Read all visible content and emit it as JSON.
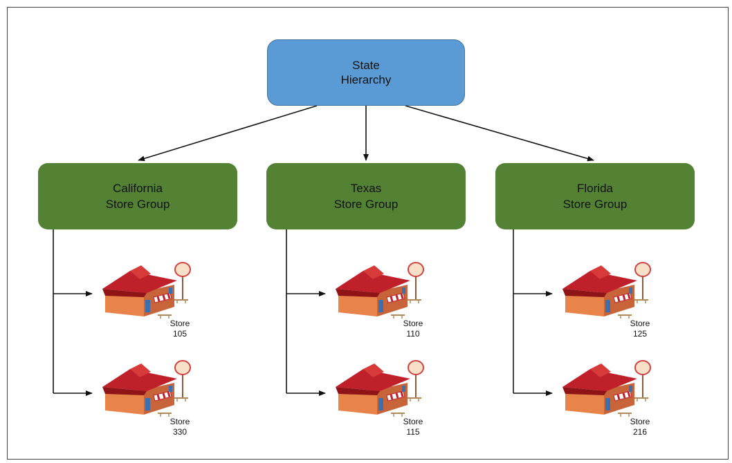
{
  "root": {
    "line1": "State",
    "line2": "Hierarchy"
  },
  "groups": [
    {
      "line1": "California",
      "line2": "Store Group",
      "stores": [
        {
          "label": "Store",
          "number": "105"
        },
        {
          "label": "Store",
          "number": "330"
        }
      ]
    },
    {
      "line1": "Texas",
      "line2": "Store Group",
      "stores": [
        {
          "label": "Store",
          "number": "110"
        },
        {
          "label": "Store",
          "number": "115"
        }
      ]
    },
    {
      "line1": "Florida",
      "line2": "Store Group",
      "stores": [
        {
          "label": "Store",
          "number": "125"
        },
        {
          "label": "Store",
          "number": "216"
        }
      ]
    }
  ],
  "colors": {
    "root_fill": "#5b9bd5",
    "group_fill": "#548235",
    "roof": "#c0202a",
    "wall": "#e8844a",
    "sign": "#f8e0c8"
  },
  "icons": {
    "store": "store-building-icon"
  }
}
